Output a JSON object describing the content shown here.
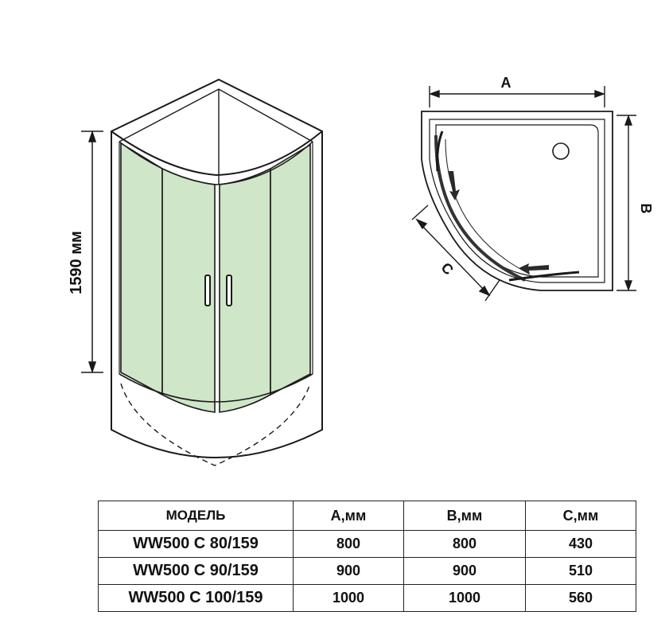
{
  "left_view": {
    "height_label": "1590 мм"
  },
  "top_view": {
    "label_a": "A",
    "label_b": "B",
    "label_c": "C"
  },
  "table": {
    "headers": [
      "МОДЕЛЬ",
      "А,мм",
      "В,мм",
      "С,мм"
    ],
    "rows": [
      {
        "model": "WW500 C 80/159",
        "a": "800",
        "b": "800",
        "c": "430"
      },
      {
        "model": "WW500 C 90/159",
        "a": "900",
        "b": "900",
        "c": "510"
      },
      {
        "model": "WW500 C 100/159",
        "a": "1000",
        "b": "1000",
        "c": "560"
      }
    ]
  },
  "colors": {
    "glass": "#cfe6c8",
    "line": "#1a1a1a",
    "arrow": "#2a2a2a"
  }
}
